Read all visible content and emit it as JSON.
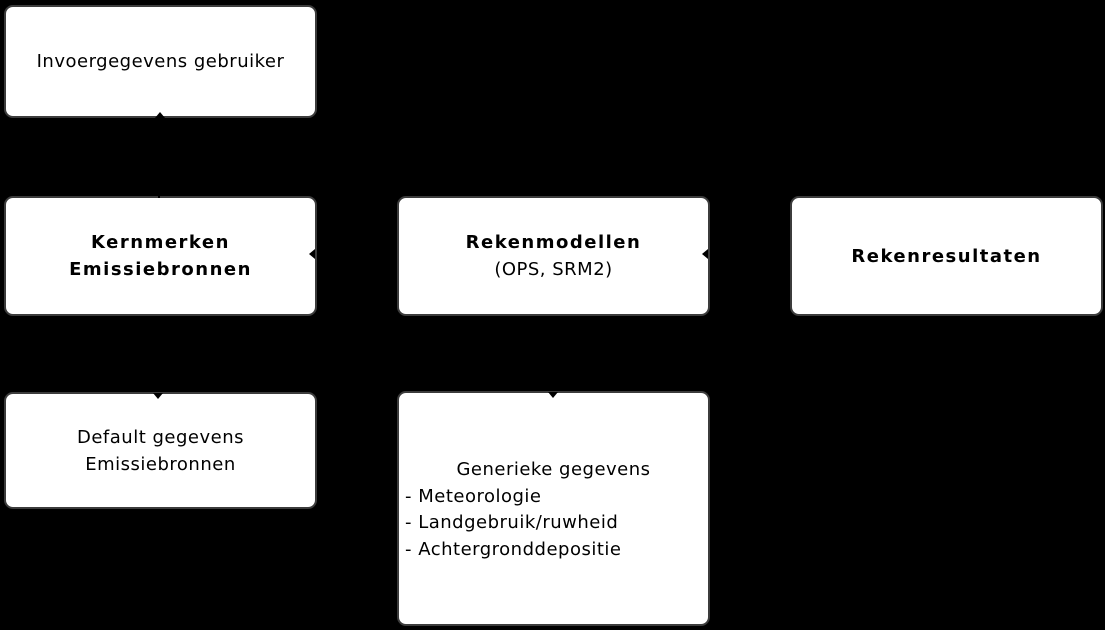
{
  "diagram": {
    "background_color": "#000000",
    "box_fill_color": "#ffffff",
    "box_border_color": "#3c3c3c",
    "text_color": "#000000",
    "boxes": [
      {
        "id": "invoergegevens-gebruiker",
        "lines": [
          {
            "text": "Invoergegevens gebruiker",
            "bold": false
          }
        ]
      },
      {
        "id": "kernmerken-emissiebronnen",
        "lines": [
          {
            "text": "Kernmerken",
            "bold": true
          },
          {
            "text": "Emissiebronnen",
            "bold": true
          }
        ]
      },
      {
        "id": "rekenmodellen",
        "lines": [
          {
            "text": "Rekenmodellen",
            "bold": true
          },
          {
            "text": "(OPS, SRM2)",
            "bold": false
          }
        ]
      },
      {
        "id": "rekenresultaten",
        "lines": [
          {
            "text": "Rekenresultaten",
            "bold": true
          }
        ]
      },
      {
        "id": "default-gegevens-emissiebronnen",
        "lines": [
          {
            "text": "Default gegevens",
            "bold": false
          },
          {
            "text": "Emissiebronnen",
            "bold": false
          }
        ]
      },
      {
        "id": "generieke-gegevens",
        "title": "Generieke gegevens",
        "items": [
          "- Meteorologie",
          "- Landgebruik/ruwheid",
          "- Achtergronddepositie"
        ]
      }
    ],
    "connectors": [
      {
        "between": [
          "invoergegevens-gebruiker",
          "kernmerken-emissiebronnen"
        ],
        "visible_arrowhead": "bottom-edge-of-invoergegevens-gebruiker",
        "arrowhead_points": "up"
      },
      {
        "between": [
          "kernmerken-emissiebronnen",
          "rekenmodellen"
        ],
        "visible_arrowhead": "right-edge-of-kernmerken-emissiebronnen",
        "arrowhead_points": "left"
      },
      {
        "between": [
          "rekenmodellen",
          "rekenresultaten"
        ],
        "visible_arrowhead": "right-edge-of-rekenmodellen",
        "arrowhead_points": "left"
      },
      {
        "between": [
          "kernmerken-emissiebronnen",
          "default-gegevens-emissiebronnen"
        ],
        "visible_arrowhead": "top-edge-of-default-gegevens",
        "arrowhead_points": "down"
      },
      {
        "between": [
          "rekenmodellen",
          "generieke-gegevens"
        ],
        "visible_arrowhead": "top-edge-of-generieke-gegevens",
        "arrowhead_points": "down"
      }
    ]
  }
}
